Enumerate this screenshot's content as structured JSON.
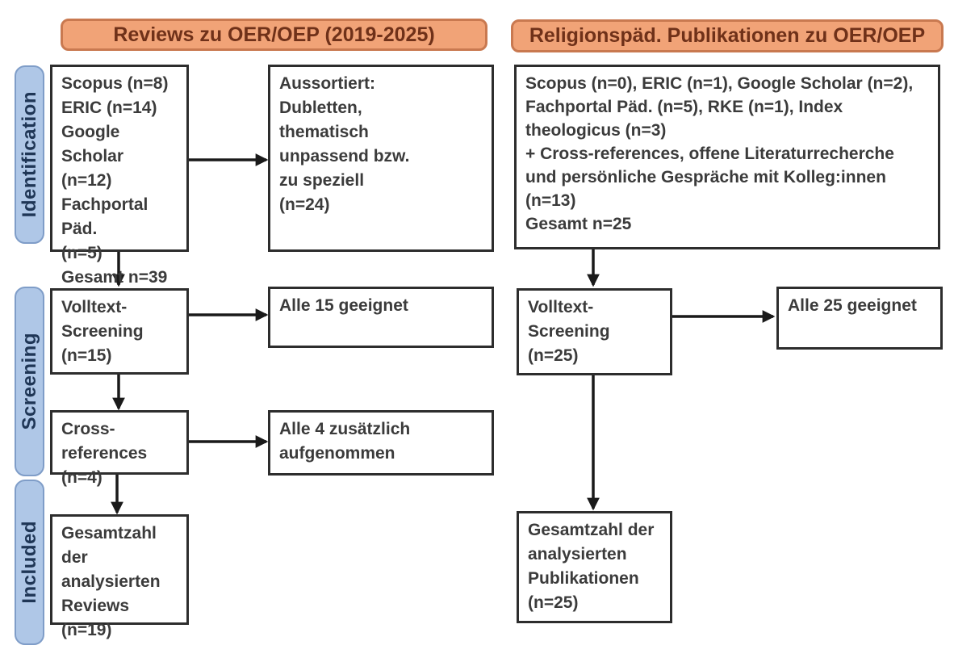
{
  "figure": {
    "columns": [
      {
        "header": "Reviews zu OER/OEP (2019-2025)"
      },
      {
        "header": "Religionspäd. Publikationen zu OER/OEP"
      }
    ],
    "stages": [
      {
        "label": "Identification"
      },
      {
        "label": "Screening"
      },
      {
        "label": "Included"
      }
    ],
    "boxes": {
      "left_sources": "Scopus (n=8)\nERIC (n=14)\nGoogle Scholar\n(n=12)\nFachportal Päd.\n(n=5)\nGesamt n=39",
      "left_excluded": "Aussortiert:\nDubletten,\nthematisch\nunpassend bzw.\nzu speziell\n(n=24)",
      "left_fulltext": "Volltext-\nScreening\n(n=15)",
      "left_eligible": "Alle 15 geeignet",
      "left_crossref": "Cross-references\n(n=4)",
      "left_added": "Alle 4 zusätzlich\naufgenommen",
      "left_included": "Gesamtzahl der\nanalysierten\nReviews\n(n=19)",
      "right_sources": "Scopus (n=0), ERIC (n=1), Google Scholar (n=2),\nFachportal Päd. (n=5), RKE (n=1), Index\ntheologicus (n=3)\n+ Cross-references, offene Literaturrecherche\nund persönliche Gespräche mit Kolleg:innen\n(n=13)\nGesamt n=25",
      "right_fulltext": "Volltext-\nScreening\n(n=25)",
      "right_eligible": "Alle 25 geeignet",
      "right_included": "Gesamtzahl der\nanalysierten\nPublikationen\n(n=25)"
    },
    "colors": {
      "header_fill": "#F1A377",
      "header_border": "#C97950",
      "header_text": "#6F3119",
      "stage_fill": "#AFC7E7",
      "stage_border": "#7F9DC8",
      "stage_text": "#1F3656",
      "box_border": "#2D2D2D",
      "box_text": "#3B3B3B",
      "arrow": "#1A1A1A",
      "background": "#FFFFFF"
    }
  }
}
